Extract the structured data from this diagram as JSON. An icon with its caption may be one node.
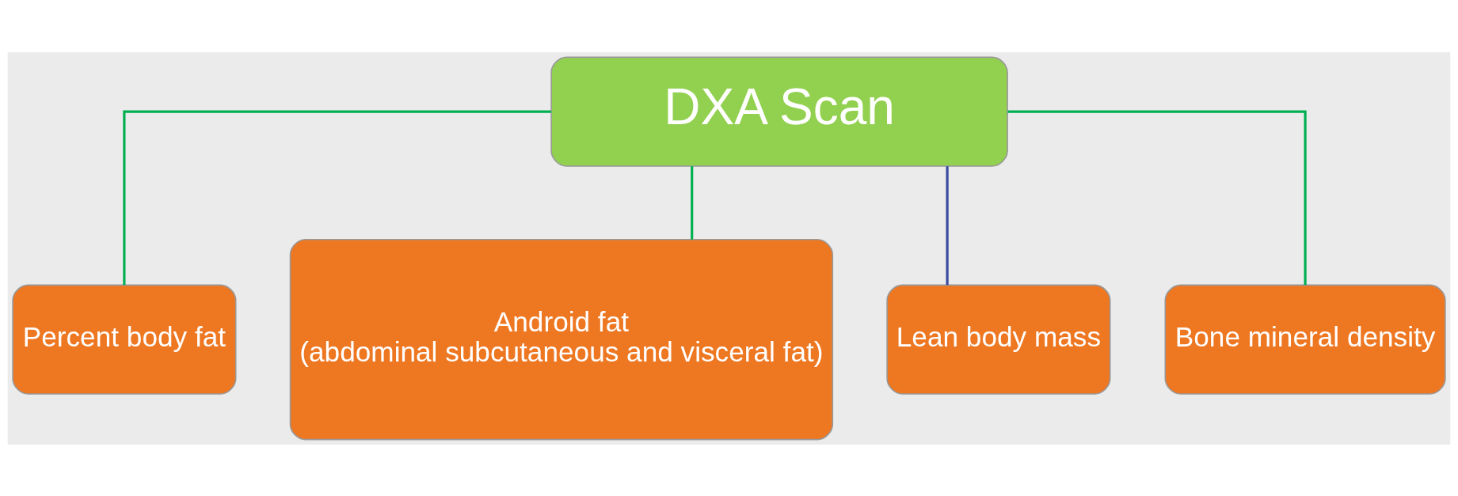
{
  "diagram": {
    "nodes": [
      {
        "text": [
          "DXA Scan"
        ]
      },
      {
        "text": [
          "Percent body fat"
        ]
      },
      {
        "text": [
          "Android fat",
          "(abdominal subcutaneous and visceral fat)"
        ]
      },
      {
        "text": [
          "Lean body mass"
        ]
      },
      {
        "text": [
          "Bone mineral density"
        ]
      }
    ],
    "edges": [
      {
        "from": 0,
        "to": 1,
        "arrow": "none"
      },
      {
        "from": 0,
        "to": 2,
        "arrow": "none"
      },
      {
        "from": 0,
        "to": 3,
        "arrow": "none",
        "color": "#3a4a9e"
      },
      {
        "from": 0,
        "to": 4,
        "arrow": "none"
      }
    ]
  }
}
